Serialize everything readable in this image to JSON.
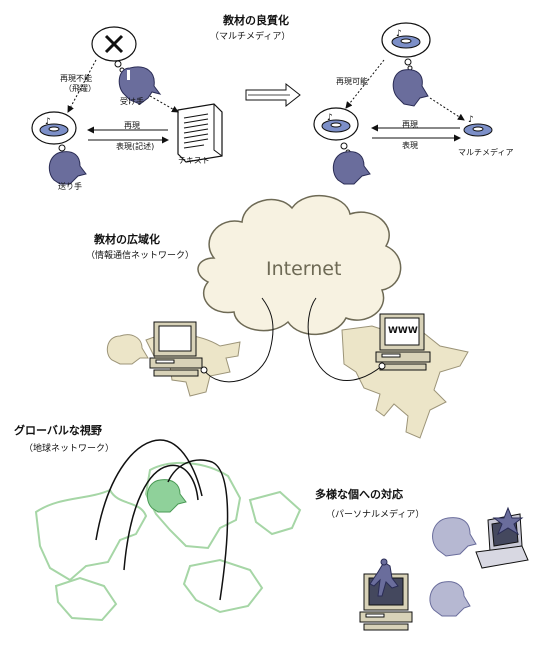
{
  "quality": {
    "title": "教材の良質化",
    "subtitle": "（マルチメディア）",
    "left": {
      "cannot_reproduce": "再現不能",
      "leap": "（飛躍）",
      "receiver": "受け手",
      "reproduce": "再現",
      "express": "表現(記述)",
      "text": "テキスト",
      "sender": "送り手"
    },
    "right": {
      "can_reproduce": "再現可能",
      "reproduce": "再現",
      "express": "表現",
      "multimedia": "マルチメディア"
    }
  },
  "wide": {
    "title": "教材の広域化",
    "subtitle": "（情報通信ネットワーク）",
    "internet": "Internet",
    "www": "WWW"
  },
  "global": {
    "title": "グローバルな視野",
    "subtitle": "（地球ネットワーク）"
  },
  "personal": {
    "title": "多様な個への対応",
    "subtitle": "（パーソナルメディア）"
  },
  "colors": {
    "head_fill": "#6a6d9c",
    "land_fill": "#ece5c8",
    "globe_green": "#8fd19a",
    "personal_head": "#b6b8d2"
  }
}
